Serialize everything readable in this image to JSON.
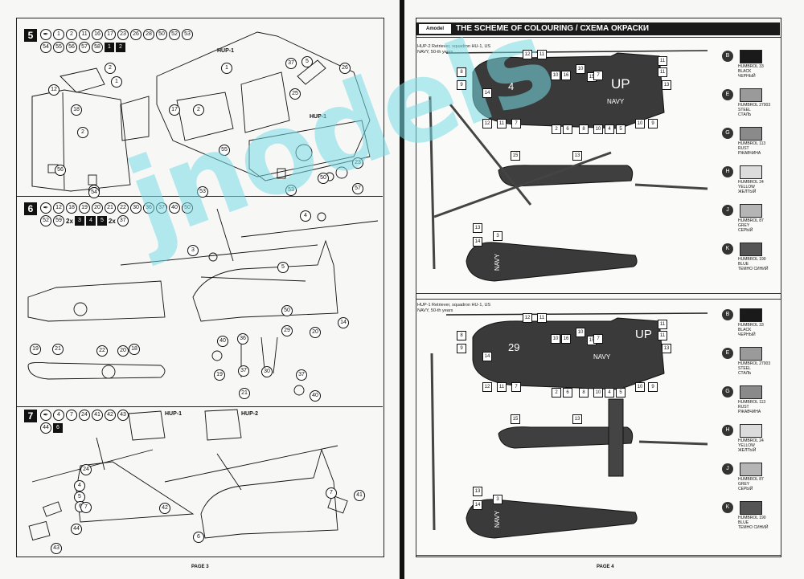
{
  "left_page": {
    "page_label": "PAGE 3",
    "steps": [
      {
        "number": "5",
        "parts": [
          "1",
          "2",
          "11",
          "16",
          "17",
          "23",
          "26",
          "28",
          "50",
          "52",
          "53",
          "54",
          "55",
          "56",
          "57",
          "58"
        ],
        "decals": [
          "1",
          "2"
        ],
        "callouts": [
          "2",
          "1",
          "18",
          "12",
          "2",
          "56",
          "49",
          "54",
          "53",
          "53",
          "50",
          "57",
          "23",
          "1",
          "26",
          "2",
          "37",
          "17",
          "55",
          "5",
          "25"
        ],
        "variant_label": "HUP-1",
        "variant_label_2": "HUP-1"
      },
      {
        "number": "6",
        "parts": [
          "12",
          "18",
          "19",
          "20",
          "21",
          "22",
          "30",
          "36",
          "37",
          "40",
          "50",
          "52",
          "59"
        ],
        "multiplier_a": "2x",
        "multiplier_a_part": "37",
        "multiplier_b": "2x",
        "decals": [
          "3",
          "4",
          "5"
        ],
        "callouts": [
          "4",
          "3",
          "5",
          "19",
          "21",
          "22",
          "20",
          "18",
          "40",
          "36",
          "37",
          "30",
          "21",
          "19",
          "37",
          "40",
          "29",
          "50",
          "20",
          "14"
        ]
      },
      {
        "number": "7",
        "parts": [
          "4",
          "7",
          "24",
          "41",
          "42",
          "43",
          "44"
        ],
        "decals": [
          "6"
        ],
        "label_hup1": "HUP-1",
        "label_hup2": "HUP-2",
        "callouts": [
          "24",
          "4",
          "5",
          "6",
          "7",
          "44",
          "43",
          "42",
          "41",
          "7",
          "6"
        ]
      }
    ]
  },
  "right_page": {
    "page_label": "PAGE 4",
    "header_title": "THE SCHEME OF COLOURING / СХЕМА ОКРАСКИ",
    "logo_text": "Amodel",
    "schemes": [
      {
        "caption": "HUP-2 Retriever, squadron HU-1, US NAVY, 50-th years",
        "tail_code": "UP",
        "number": "4",
        "navy_text": "NAVY",
        "callouts": [
          "12",
          "11",
          "8",
          "9",
          "14",
          "10",
          "16",
          "10",
          "15",
          "7",
          "11",
          "11",
          "13",
          "12",
          "11",
          "7",
          "2",
          "6",
          "8",
          "10",
          "4",
          "5",
          "10",
          "9",
          "15",
          "13",
          "13",
          "14",
          "3"
        ]
      },
      {
        "caption": "HUP-1 Retriever, squadron HU-1, US NAVY, 50-th years",
        "tail_code": "UP",
        "number": "29",
        "navy_text": "NAVY",
        "callouts": [
          "12",
          "11",
          "8",
          "9",
          "14",
          "10",
          "16",
          "10",
          "15",
          "7",
          "11",
          "11",
          "13",
          "12",
          "11",
          "7",
          "2",
          "6",
          "8",
          "10",
          "4",
          "5",
          "10",
          "9",
          "15",
          "13",
          "13",
          "14",
          "3"
        ]
      }
    ],
    "legend": [
      {
        "code": "B",
        "brand": "HUMBROL 33",
        "en": "BLACK",
        "ru": "ЧЕРНЫЙ",
        "color": "#1a1a1a"
      },
      {
        "code": "E",
        "brand": "HUMBROL 27003",
        "en": "STEEL",
        "ru": "СТАЛЬ",
        "color": "#9a9a9a"
      },
      {
        "code": "G",
        "brand": "HUMBROL 113",
        "en": "RUST",
        "ru": "РЖАВЧИНА",
        "color": "#8a8a8a"
      },
      {
        "code": "H",
        "brand": "HUMBROL 24",
        "en": "YELLOW",
        "ru": "ЖЕЛТЫЙ",
        "color": "#dcdcdc"
      },
      {
        "code": "J",
        "brand": "HUMBROL 87",
        "en": "GREY",
        "ru": "СЕРЫЙ",
        "color": "#b5b5b5"
      },
      {
        "code": "K",
        "brand": "HUMBROL 190",
        "en": "BLUE",
        "ru": "ТЕМНО СИНИЙ",
        "color": "#555555"
      }
    ]
  },
  "watermark": "jnodels"
}
